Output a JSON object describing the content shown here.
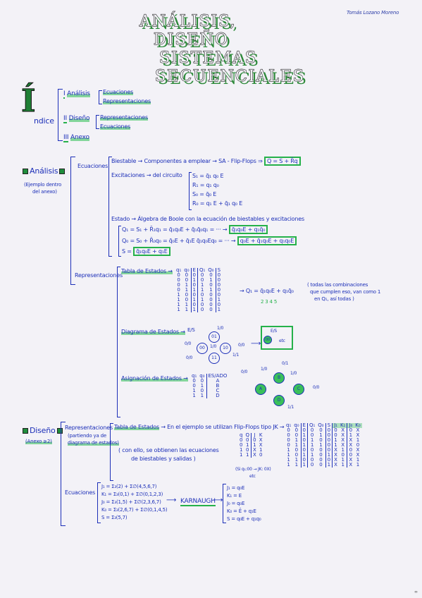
{
  "author": "Tomás Lozano Moreno",
  "title": {
    "line1": "ANÁLISIS,",
    "line2": "DISEÑO",
    "line3": "SISTEMAS",
    "line4": "SECUENCIALES"
  },
  "indice": {
    "label": "ndice",
    "items": [
      {
        "num": "I",
        "text": "Análisis",
        "subs": [
          "Ecuaciones",
          "Representaciones"
        ]
      },
      {
        "num": "II",
        "text": "Diseño",
        "subs": [
          "Representaciones",
          "Ecuaciones"
        ]
      },
      {
        "num": "III",
        "text": "Anexo",
        "subs": []
      }
    ]
  },
  "analisis": {
    "label": "Análisis",
    "note1": "(Ejemplo dentro",
    "note2": "del anexo)",
    "ecuaciones_label": "Ecuaciones",
    "biestable_line": "Biestable → Componentes a emplear → SA - Flip-Flops ⇒",
    "biestable_box": "Q = S + R̄q",
    "excitaciones_line": "Excitaciones → del circuito",
    "excitaciones": [
      "S₁ = q̄₁ q₀ E",
      "R₁ = q₁ q₀",
      "S₀ = q̄₀ E",
      "R₀ = q₁ E + q̄₁ q₀ E"
    ],
    "estado_line": "Estado → Álgebra de Boole con la ecuación de biestables y excitaciones",
    "q1_line": "Q₁ = S₁ + R̄₁q₁ = q̄₁q₀E + q̄₁q̄₀q₁ = ··· →",
    "q1_box": "q̄₁q₀E + q₁q̄₀",
    "q0_line": "Q₀ = S₀ + R̄₀q₀ = q̄₀E + q̄₁E q̄₁q₀Eq₀ = ··· →",
    "q0_box": "q₀E + q̄₁q₀E + q₁q₀E",
    "s_line": "S =",
    "s_box": "q̄₁q₀E + q₁E",
    "representaciones_label": "Representaciones",
    "tabla_label": "Tabla de Estados →",
    "tabla_headers": [
      "q₁",
      "q₀",
      "E",
      "Q₁",
      "Q₀",
      "S"
    ],
    "tabla_rows": [
      [
        "0",
        "0",
        "0",
        "0",
        "0",
        "0"
      ],
      [
        "0",
        "0",
        "1",
        "0",
        "1",
        "0"
      ],
      [
        "0",
        "1",
        "0",
        "1",
        "0",
        "0"
      ],
      [
        "0",
        "1",
        "1",
        "1",
        "1",
        "0"
      ],
      [
        "1",
        "0",
        "0",
        "0",
        "0",
        "0"
      ],
      [
        "1",
        "0",
        "1",
        "1",
        "0",
        "1"
      ],
      [
        "1",
        "1",
        "0",
        "0",
        "0",
        "0"
      ],
      [
        "1",
        "1",
        "1",
        "0",
        "0",
        "1"
      ]
    ],
    "tabla_result": "→ Q₁ = q̄₁q₀E + q₁q̄₀",
    "tabla_note1": "( todas las combinaciones",
    "tabla_note2": "que cumplen eso, van como 1",
    "tabla_note3": "en Q₁, así todas )",
    "tabla_marks": "2 3 4 5",
    "diagrama_label": "Diagrama de Estados →",
    "diagrama_es": "E/S",
    "diagrama_states": [
      "00",
      "01",
      "10",
      "11"
    ],
    "diagrama_edges": [
      "1/0",
      "0/0",
      "1/0",
      "0/0",
      "1/1",
      "0/0"
    ],
    "diagrama_legend_es": "E/S",
    "diagrama_legend_etc": "etc",
    "asignacion_label": "Asignación de Estados →",
    "asignacion_headers": [
      "q₁",
      "q₀",
      "ES/ADO"
    ],
    "asignacion_rows": [
      [
        "0",
        "0",
        "A"
      ],
      [
        "0",
        "1",
        "B"
      ],
      [
        "1",
        "0",
        "C"
      ],
      [
        "1",
        "1",
        "D"
      ]
    ],
    "asignacion_states": [
      "A",
      "B",
      "C",
      "D"
    ],
    "asignacion_edges": [
      "0/0",
      "1/0",
      "0/1",
      "1/0",
      "0/0",
      "1/1"
    ]
  },
  "diseno": {
    "label": "Diseño",
    "note": "(Anexo ≥2)",
    "representaciones_label": "Representaciones",
    "rep_note1": "(partiendo ya de",
    "rep_note2": "diagrama de estados)",
    "tabla_label": "Tabla de Estados",
    "tabla_line": "→ En el ejemplo se utilizan Flip-Flops tipo JK →",
    "jk_headers": [
      "q",
      "Q",
      "J",
      "K"
    ],
    "jk_rows": [
      [
        "0",
        "0",
        "0",
        "X"
      ],
      [
        "0",
        "1",
        "1",
        "X"
      ],
      [
        "1",
        "0",
        "X",
        "1"
      ],
      [
        "1",
        "1",
        "X",
        "0"
      ]
    ],
    "jk_note": "(Si q₁:00 → JK: 0X)",
    "jk_etc": "etc",
    "with_note1": "( con ello, se obtienen las ecuaciones",
    "with_note2": "de biestables y salidas )",
    "big_headers": [
      "q₁",
      "q₀",
      "E",
      "Q₁",
      "Q₀",
      "S",
      "J₁",
      "K₁",
      "J₀",
      "K₀"
    ],
    "big_rows": [
      [
        "0",
        "0",
        "0",
        "0",
        "0",
        "0",
        "0",
        "X",
        "0",
        "X"
      ],
      [
        "0",
        "0",
        "1",
        "0",
        "1",
        "0",
        "0",
        "X",
        "1",
        "X"
      ],
      [
        "0",
        "1",
        "0",
        "1",
        "0",
        "0",
        "1",
        "X",
        "X",
        "1"
      ],
      [
        "0",
        "1",
        "1",
        "1",
        "1",
        "0",
        "1",
        "X",
        "X",
        "0"
      ],
      [
        "1",
        "0",
        "0",
        "0",
        "0",
        "0",
        "X",
        "1",
        "0",
        "X"
      ],
      [
        "1",
        "0",
        "1",
        "1",
        "0",
        "1",
        "X",
        "0",
        "0",
        "X"
      ],
      [
        "1",
        "1",
        "0",
        "0",
        "0",
        "0",
        "X",
        "1",
        "X",
        "1"
      ],
      [
        "1",
        "1",
        "1",
        "0",
        "0",
        "1",
        "X",
        "1",
        "X",
        "1"
      ]
    ],
    "ecuaciones_label": "Ecuaciones",
    "ec_left": [
      "J₁ = Σ₃(2) + Σ∅(4,5,6,7)",
      "K₁ = Σ₃(0,1) + Σ∅(0,1,2,3)",
      "J₀ = Σ₃(1,5) + Σ∅(2,3,6,7)",
      "K₀ = Σ₃(2,6,7) + Σ∅(0,1,4,5)",
      "S = Σ₃(5,7)"
    ],
    "karnaugh": "KARNAUGH",
    "ec_right": [
      "J₁ = q₀E",
      "K₁ = E",
      "J₀ = q₀E",
      "K₀ = Ē + q₁E",
      "S = q₀E + q₁q₀"
    ]
  },
  "page_corner": "∞"
}
